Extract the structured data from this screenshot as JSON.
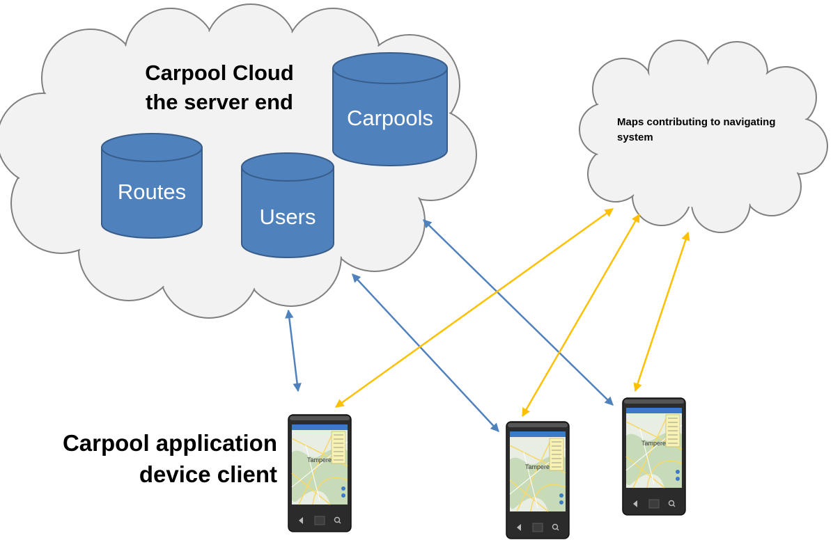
{
  "server_cloud": {
    "title_line1": "Carpool Cloud",
    "title_line2": "the server end",
    "fill": "#f2f2f2",
    "stroke": "#7f7f7f"
  },
  "databases": {
    "routes": "Routes",
    "users": "Users",
    "carpools": "Carpools",
    "fill": "#4f81bd",
    "stroke": "#385d8a"
  },
  "maps_cloud": {
    "caption": "Maps contributing to navigating system"
  },
  "client": {
    "caption_line1": "Carpool application",
    "caption_line2": "device client"
  },
  "phone": {
    "map_city": "Tampere"
  },
  "colors": {
    "server_link": "#4f81bd",
    "maps_link": "#ffc000",
    "phone_body": "#2b2b2b"
  },
  "icons": {
    "server_cloud": "cloud-icon",
    "maps_cloud": "cloud-icon",
    "database": "database-cylinder-icon",
    "phone": "smartphone-icon"
  }
}
